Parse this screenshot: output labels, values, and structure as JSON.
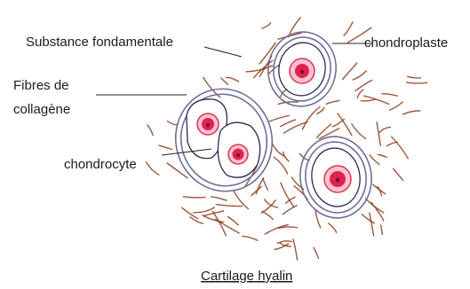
{
  "labels": {
    "substance": "Substance fondamentale",
    "chondroplaste": "chondroplaste",
    "fibres_line1": "Fibres de",
    "fibres_line2": "collagène",
    "chondrocyte": "chondrocyte"
  },
  "caption": "Cartilage hyalin",
  "colors": {
    "fiber": "#8b3a1a",
    "capsule": "#6d6d9a",
    "cell_outline": "#2a2a55",
    "nucleus": "#e22150"
  }
}
